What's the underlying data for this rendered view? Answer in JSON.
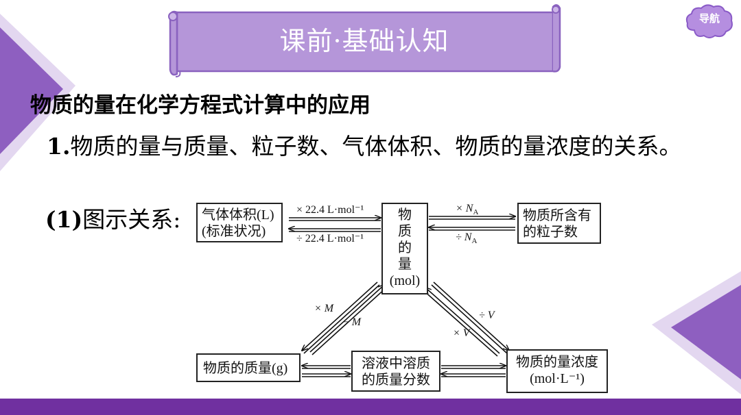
{
  "banner": {
    "title": "课前·基础认知"
  },
  "nav": {
    "label": "导航"
  },
  "heading": "物质的量在化学方程式计算中的应用",
  "intro": {
    "num": "1.",
    "text": "物质的量与质量、粒子数、气体体积、物质的量浓度的关系。"
  },
  "diagram_label": {
    "num": "(1)",
    "text": "图示关系:"
  },
  "diagram": {
    "boxes": {
      "gas_volume": {
        "line1": "气体体积(L)",
        "line2": "(标准状况)"
      },
      "amount": {
        "chars": [
          "物",
          "质",
          "的",
          "量"
        ],
        "unit": "(mol)"
      },
      "particles": {
        "line1": "物质所含有",
        "line2": "的粒子数"
      },
      "mass": {
        "text": "物质的质量(g)"
      },
      "mass_fraction": {
        "line1": "溶液中溶质",
        "line2": "的质量分数"
      },
      "concentration": {
        "line1": "物质的量浓度",
        "line2": "(mol·L⁻¹)"
      }
    },
    "ops": {
      "times_22_4": "× 22.4 L·mol⁻¹",
      "div_22_4": "÷ 22.4 L·mol⁻¹",
      "times_NA": "× N",
      "div_NA": "÷ N",
      "NA_sub": "A",
      "times_M": "× M",
      "div_M": "÷ M",
      "div_V": "÷ V",
      "times_V": "× V"
    }
  },
  "colors": {
    "accent": "#7030a0",
    "banner_fill": "#b596d9",
    "triangle": "#8e5fc0",
    "triangle_light": "#d9c8ec"
  }
}
